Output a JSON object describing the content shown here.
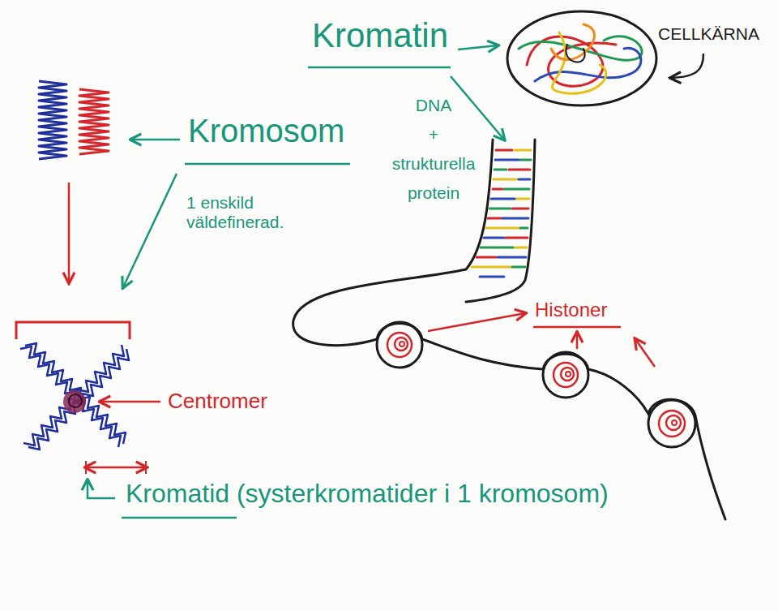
{
  "diagram": {
    "labels": [
      "Kromatin",
      "CELLKÄRNA",
      "DNA + strukturella protein",
      "Kromosom",
      "1 enskild väldefinerad.",
      "Histoner",
      "Centromer",
      "Kromatid (systerkromatider i 1 kromosom)"
    ]
  }
}
